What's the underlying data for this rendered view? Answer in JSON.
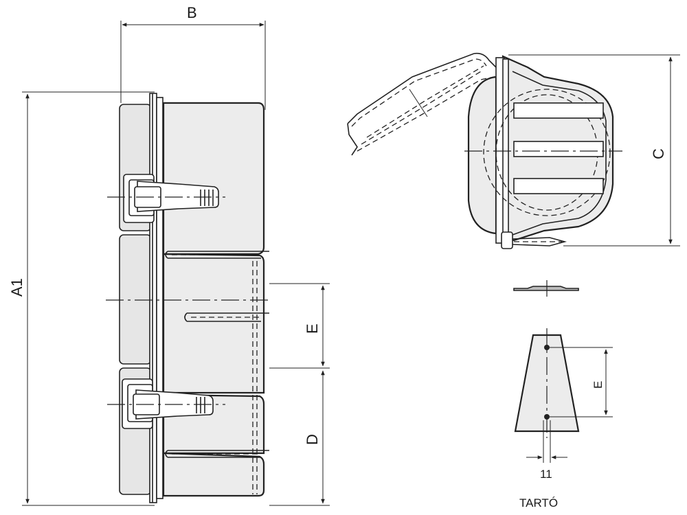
{
  "labels": {
    "b": "B",
    "a1": "A1",
    "c": "C",
    "e_left": "E",
    "d": "D",
    "e_holder": "E",
    "dim_11": "11",
    "holder": "TARTÓ"
  },
  "colors": {
    "line": "#222222",
    "fill": "#ececec",
    "background": "#ffffff"
  }
}
